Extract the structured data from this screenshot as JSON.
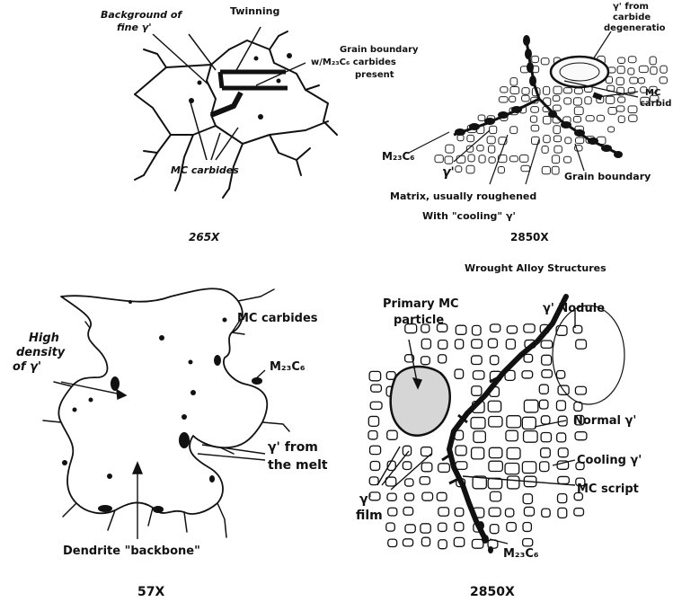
{
  "panels": {
    "top_left": {
      "labels": {
        "background": [
          "Background of",
          "fine γ'"
        ],
        "twinning": "Twinning",
        "grain_boundary": [
          "Grain boundary",
          "w/M₂₃C₆ carbides",
          "present"
        ],
        "mc_carbides": "MC carbides"
      },
      "magnification": "265X"
    },
    "top_right": {
      "labels": {
        "gamma_from_carbide": [
          "γ' from",
          "carbide",
          "degeneratio"
        ],
        "mc_carbide": [
          "MC",
          "carbid"
        ],
        "m23c6": "M₂₃C₆",
        "gamma_prime": "γ'",
        "grain_boundary": "Grain boundary",
        "matrix": [
          "Matrix, usually roughened",
          "With \"cooling\" γ'"
        ]
      },
      "magnification": "2850X"
    },
    "caption": "Wrought Alloy Structures",
    "bottom_left": {
      "labels": {
        "high_density": [
          "High",
          "density",
          "of γ'"
        ],
        "mc_carbides": "MC carbides",
        "m23c6": "M₂₃C₆",
        "gamma_from_melt": [
          "γ' from",
          "the melt"
        ],
        "dendrite": "Dendrite \"backbone\""
      },
      "magnification": "57X"
    },
    "bottom_right": {
      "labels": {
        "primary_mc": [
          "Primary MC",
          "particle"
        ],
        "nodule": "γ' Nodule",
        "normal": "Normal γ'",
        "cooling": "Cooling γ'",
        "mc_script": "MC script",
        "film": [
          "γ'",
          "film"
        ],
        "m23c6": "M₂₃C₆"
      },
      "magnification": "2850X"
    }
  }
}
